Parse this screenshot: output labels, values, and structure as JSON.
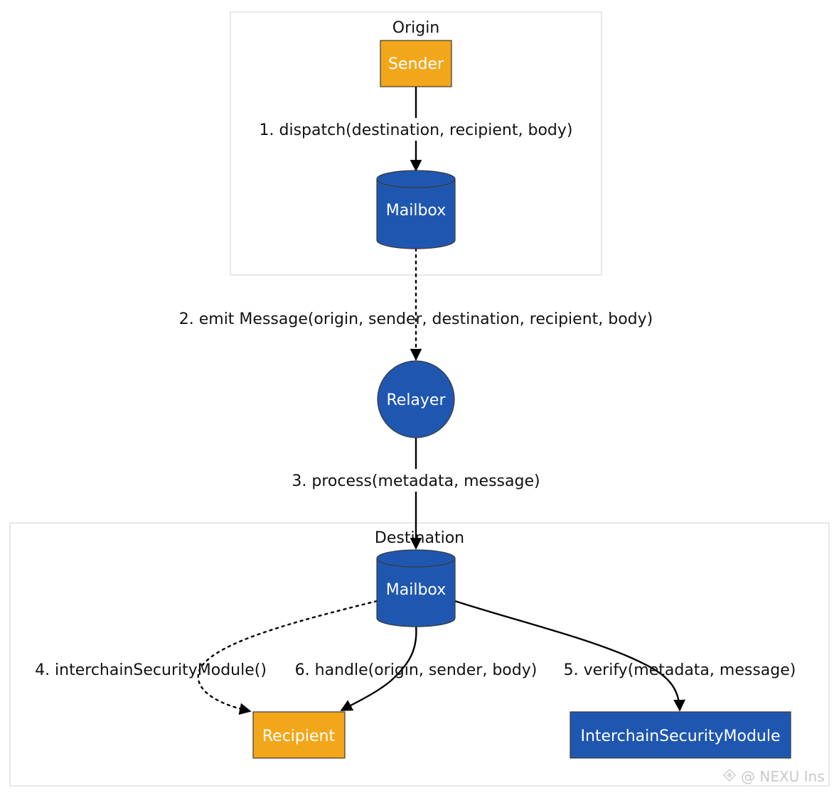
{
  "colors": {
    "orange": "#f2a71b",
    "blue": "#1f57b0",
    "node_stroke": "#3a3a3a",
    "edge": "#000000"
  },
  "clusters": {
    "origin": {
      "title": "Origin"
    },
    "destination": {
      "title": "Destination"
    }
  },
  "nodes": {
    "sender": {
      "label": "Sender",
      "shape": "rectangle",
      "color": "orange"
    },
    "origin_mailbox": {
      "label": "Mailbox",
      "shape": "cylinder",
      "color": "blue"
    },
    "relayer": {
      "label": "Relayer",
      "shape": "circle",
      "color": "blue"
    },
    "dest_mailbox": {
      "label": "Mailbox",
      "shape": "cylinder",
      "color": "blue"
    },
    "recipient": {
      "label": "Recipient",
      "shape": "rectangle",
      "color": "orange"
    },
    "ism": {
      "label": "InterchainSecurityModule",
      "shape": "rectangle",
      "color": "blue"
    }
  },
  "edges": {
    "e1": {
      "label": "1. dispatch(destination, recipient, body)",
      "style": "solid"
    },
    "e2": {
      "label": "2. emit Message(origin, sender, destination, recipient, body)",
      "style": "dotted"
    },
    "e3": {
      "label": "3. process(metadata, message)",
      "style": "solid"
    },
    "e4": {
      "label": "4. interchainSecurityModule()",
      "style": "dotted"
    },
    "e5": {
      "label": "5. verify(metadata, message)",
      "style": "solid"
    },
    "e6": {
      "label": "6. handle(origin, sender, body)",
      "style": "solid"
    }
  },
  "watermark": {
    "text": "@ NEXU Ins"
  }
}
